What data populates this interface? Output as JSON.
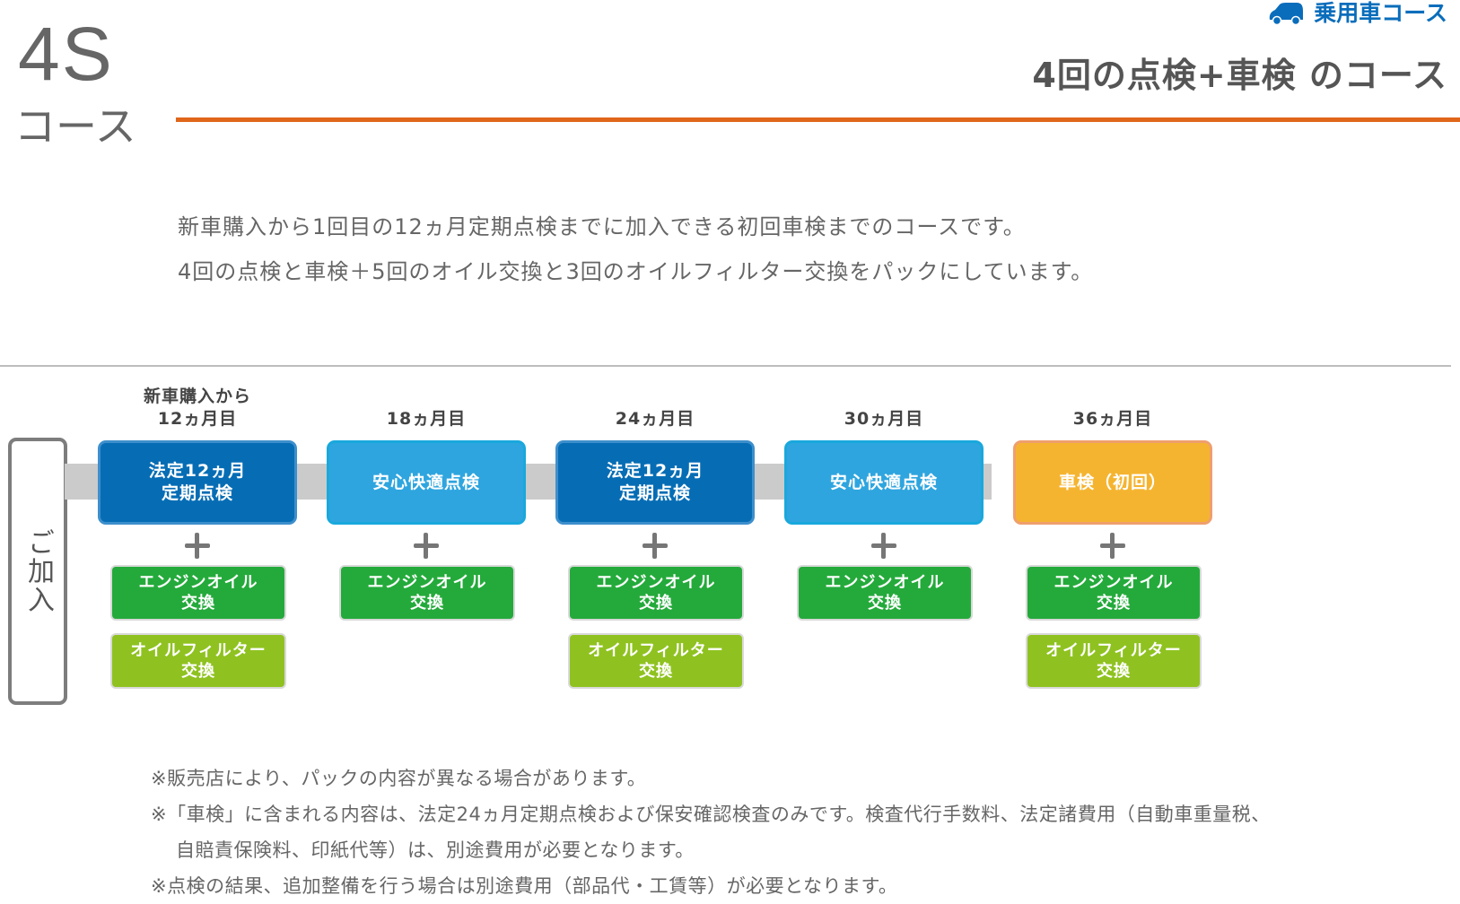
{
  "header": {
    "course_code": "4S",
    "course_sub": "コース",
    "category_icon": "car-icon",
    "category": "乗用車コース",
    "title": "4回の点検+車検 のコース",
    "colors": {
      "accent_rule": "#e0661b",
      "category": "#0a6dbb"
    }
  },
  "intro": {
    "line1": "新車購入から1回目の12ヵ月定期点検までに加入できる初回車検までのコースです。",
    "line2": "4回の点検と車検＋5回のオイル交換と3回のオイルフィルター交換をパックにしています。"
  },
  "timeline": {
    "join_label": "ご加入",
    "plus_icon": "plus-icon",
    "stages": [
      {
        "head1": "新車購入から",
        "head2": "12ヵ月目",
        "main": "法定12ヵ月\n定期点検",
        "type": "legal",
        "oil": "エンジンオイル\n交換",
        "filter": "オイルフィルター\n交換"
      },
      {
        "head1": "",
        "head2": "18ヵ月目",
        "main": "安心快適点検",
        "type": "comfort",
        "oil": "エンジンオイル\n交換",
        "filter": null
      },
      {
        "head1": "",
        "head2": "24ヵ月目",
        "main": "法定12ヵ月\n定期点検",
        "type": "legal",
        "oil": "エンジンオイル\n交換",
        "filter": "オイルフィルター\n交換"
      },
      {
        "head1": "",
        "head2": "30ヵ月目",
        "main": "安心快適点検",
        "type": "comfort",
        "oil": "エンジンオイル\n交換",
        "filter": null
      },
      {
        "head1": "",
        "head2": "36ヵ月目",
        "main": "車検（初回）",
        "type": "shaken",
        "oil": "エンジンオイル\n交換",
        "filter": "オイルフィルター\n交換"
      }
    ],
    "colors": {
      "legal": "#066db5",
      "comfort": "#2ea5df",
      "shaken": "#f5b430",
      "oil": "#24aa3b",
      "filter": "#8fc220"
    }
  },
  "notes": [
    "※販売店により、パックの内容が異なる場合があります。",
    "※「車検」に含まれる内容は、法定24ヵ月定期点検および保安確認検査のみです。検査代行手数料、法定諸費用（自動車重量税、",
    "自賠責保険料、印紙代等）は、別途費用が必要となります。",
    "※点検の結果、追加整備を行う場合は別途費用（部品代・工賃等）が必要となります。"
  ]
}
